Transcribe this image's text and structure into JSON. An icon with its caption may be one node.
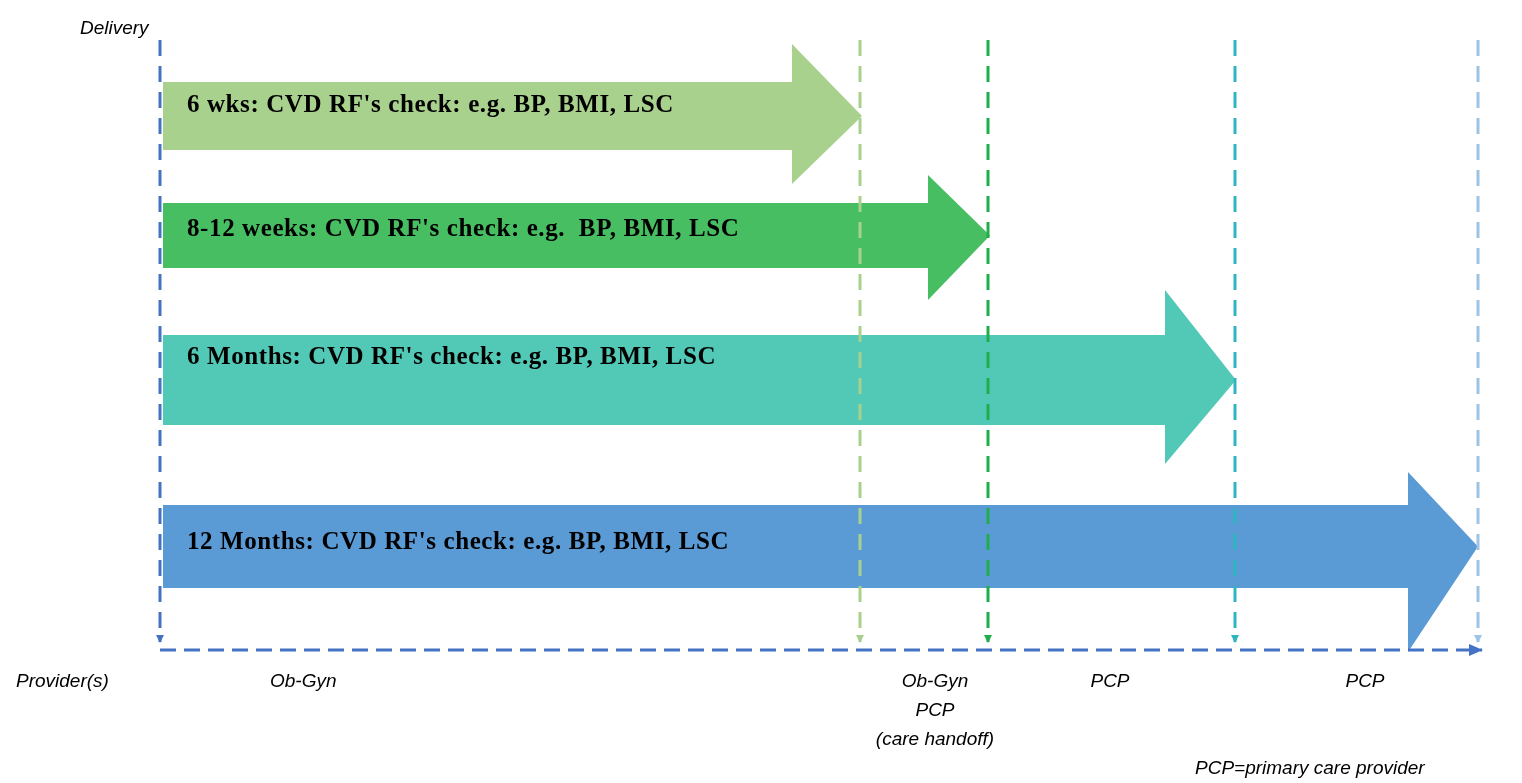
{
  "diagram": {
    "nodes": [
      {
        "text": [
          "6 wks: CVD RF's check: e.g. BP, BMI, LSC"
        ]
      },
      {
        "text": [
          "8-12 weeks: CVD RF's check: e.g.  BP, BMI, LSC"
        ]
      },
      {
        "text": [
          "6 Months: CVD RF's check: e.g. BP, BMI, LSC"
        ]
      },
      {
        "text": [
          "12 Months: CVD RF's check: e.g. BP, BMI, LSC"
        ]
      }
    ],
    "edges": [],
    "labels": [
      "Delivery",
      "Provider(s)",
      "Ob-Gyn",
      "Ob-Gyn",
      "PCP",
      "(care handoff)",
      "PCP",
      "PCP",
      "PCP=primary care provider"
    ]
  }
}
